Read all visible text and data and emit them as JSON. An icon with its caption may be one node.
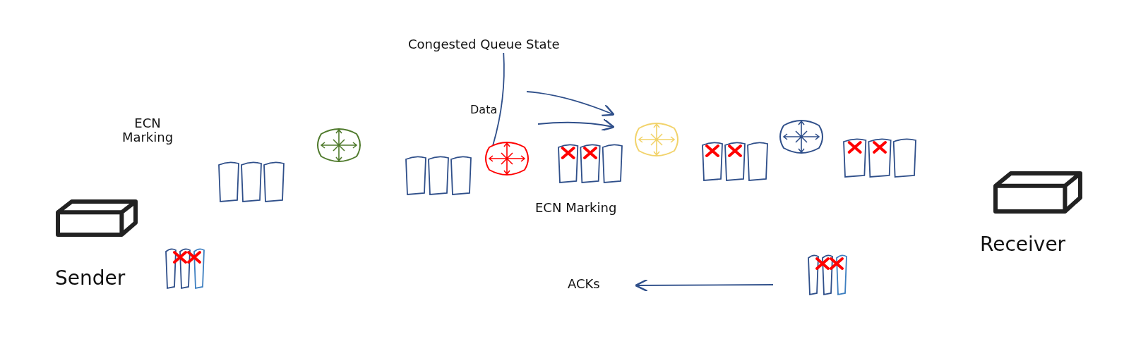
{
  "diagram": {
    "nodes": [
      {
        "text": [
          "Sender"
        ]
      },
      {
        "text": [
          "Receiver"
        ]
      },
      {
        "text": [
          "Congested Queue State"
        ]
      },
      {
        "text": [],
        "shape": "circle"
      }
    ],
    "edges": [
      {
        "from": 2,
        "to": 3,
        "arrow": "none"
      }
    ],
    "labels": [
      "Data",
      "ECN Marking",
      "ECN Marking",
      "ACKs"
    ]
  }
}
